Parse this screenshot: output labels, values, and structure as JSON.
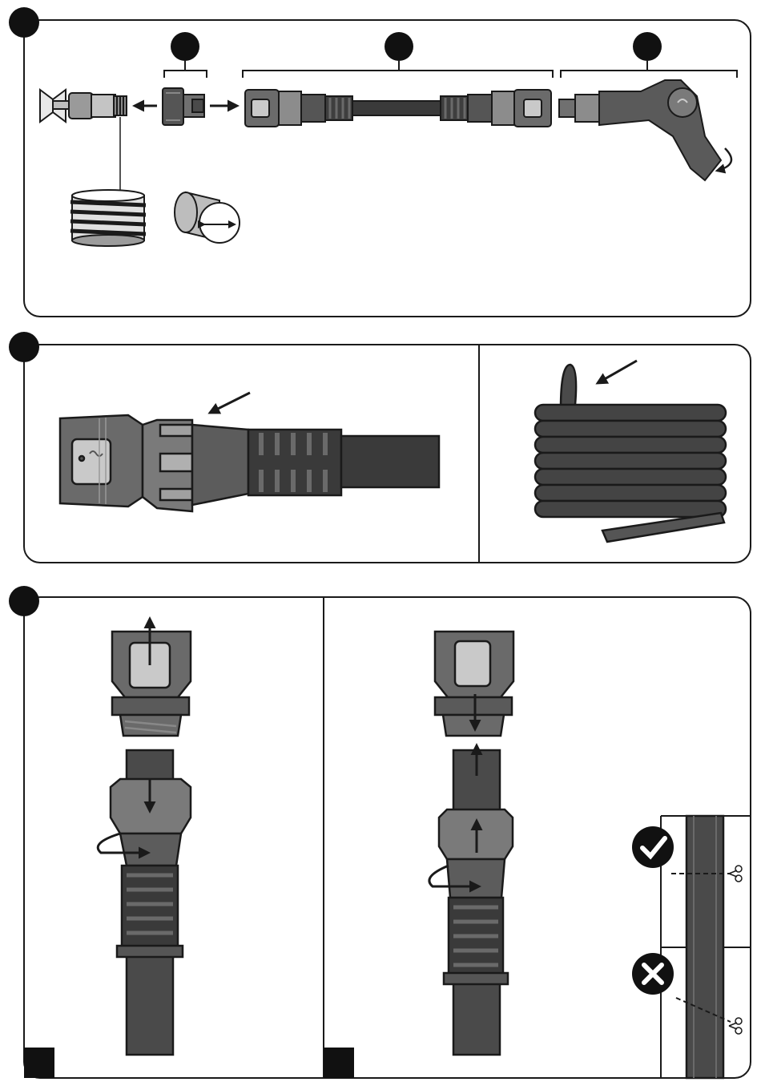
{
  "panels": [
    {
      "id": "panel-1",
      "components": [
        "tap",
        "tap-adapter",
        "hose-section",
        "spray-gun"
      ]
    },
    {
      "id": "panel-2",
      "subpanels": [
        "connector-detail",
        "coiled-hose"
      ]
    },
    {
      "id": "panel-3",
      "subpanels": [
        "attach-connector",
        "tighten-connector",
        "hose-cut-guide"
      ]
    }
  ],
  "marks": {
    "correct": "check-mark-icon",
    "incorrect": "cross-mark-icon"
  },
  "colors": {
    "outline": "#1a1a1a",
    "body_dark": "#4a4a4a",
    "body_mid": "#6b6b6b",
    "body_light": "#a8a8a8",
    "badge": "#c9c9c9",
    "hose": "#3a3a3a",
    "paper": "#ffffff"
  }
}
